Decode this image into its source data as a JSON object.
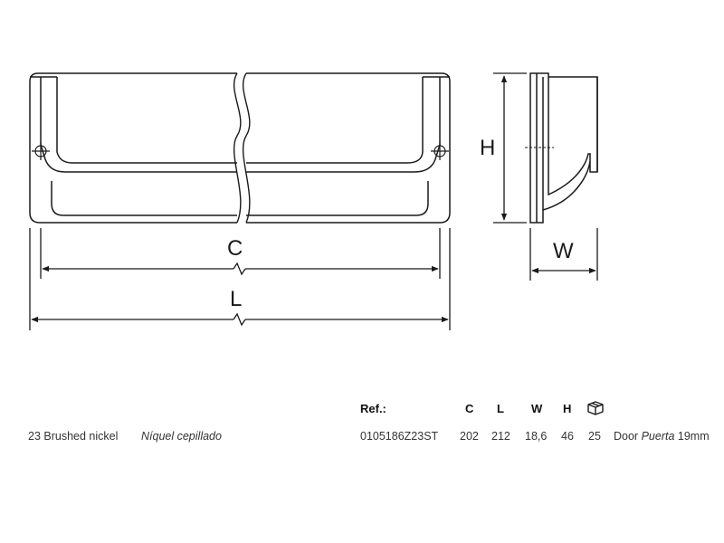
{
  "drawing": {
    "dimension_labels": {
      "c": "C",
      "l": "L",
      "h": "H",
      "w": "W"
    },
    "stroke_color": "#1a1a1a"
  },
  "table": {
    "headers": {
      "ref": "Ref.:",
      "c": "C",
      "l": "L",
      "w": "W",
      "h": "H",
      "box": "box-icon"
    },
    "row": {
      "finish_en": "23 Brushed nickel",
      "finish_es": "Níquel cepillado",
      "ref": "0105186Z23ST",
      "c": "202",
      "l": "212",
      "w": "18,6",
      "h": "46",
      "qty": "25",
      "door_en": "Door",
      "door_es": "Puerta",
      "door_size": "19mm"
    }
  }
}
